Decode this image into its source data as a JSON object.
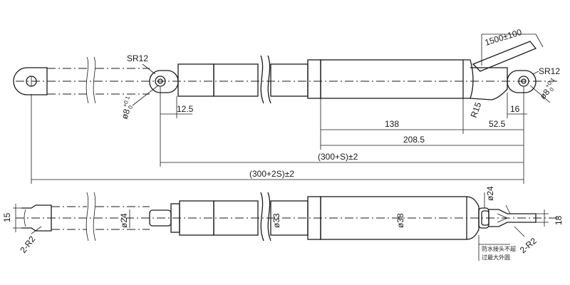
{
  "drawing": {
    "top_view": {
      "dims": {
        "sr12_left": "SR12",
        "hole_left": "ø8",
        "hole_left_tol": "+0.1",
        "hole_left_tol_low": "0",
        "end_offset": "12.5",
        "cable_length": "1500±100",
        "sr12_right": "SR12",
        "r15": "R15",
        "hole_right": "ø8",
        "hole_right_tol": "+0.1",
        "hole_right_tol_low": "0",
        "body_len": "138",
        "right_end": "52.5",
        "clevis_right": "16",
        "total_body": "208.5",
        "stroke_total": "(300+S)±2",
        "retracted_total": "(300+2S)±2"
      }
    },
    "bottom_view": {
      "dims": {
        "left_width": "15",
        "left_radius": "2-R2",
        "rod_dia": "ø24",
        "tube_dia": "ø33",
        "motor_dia": "ø38",
        "rear_dia": "ø24",
        "right_width": "18",
        "right_radius": "2-R2",
        "note_line1": "防水接头不超",
        "note_line2": "过最大外圆"
      }
    }
  }
}
